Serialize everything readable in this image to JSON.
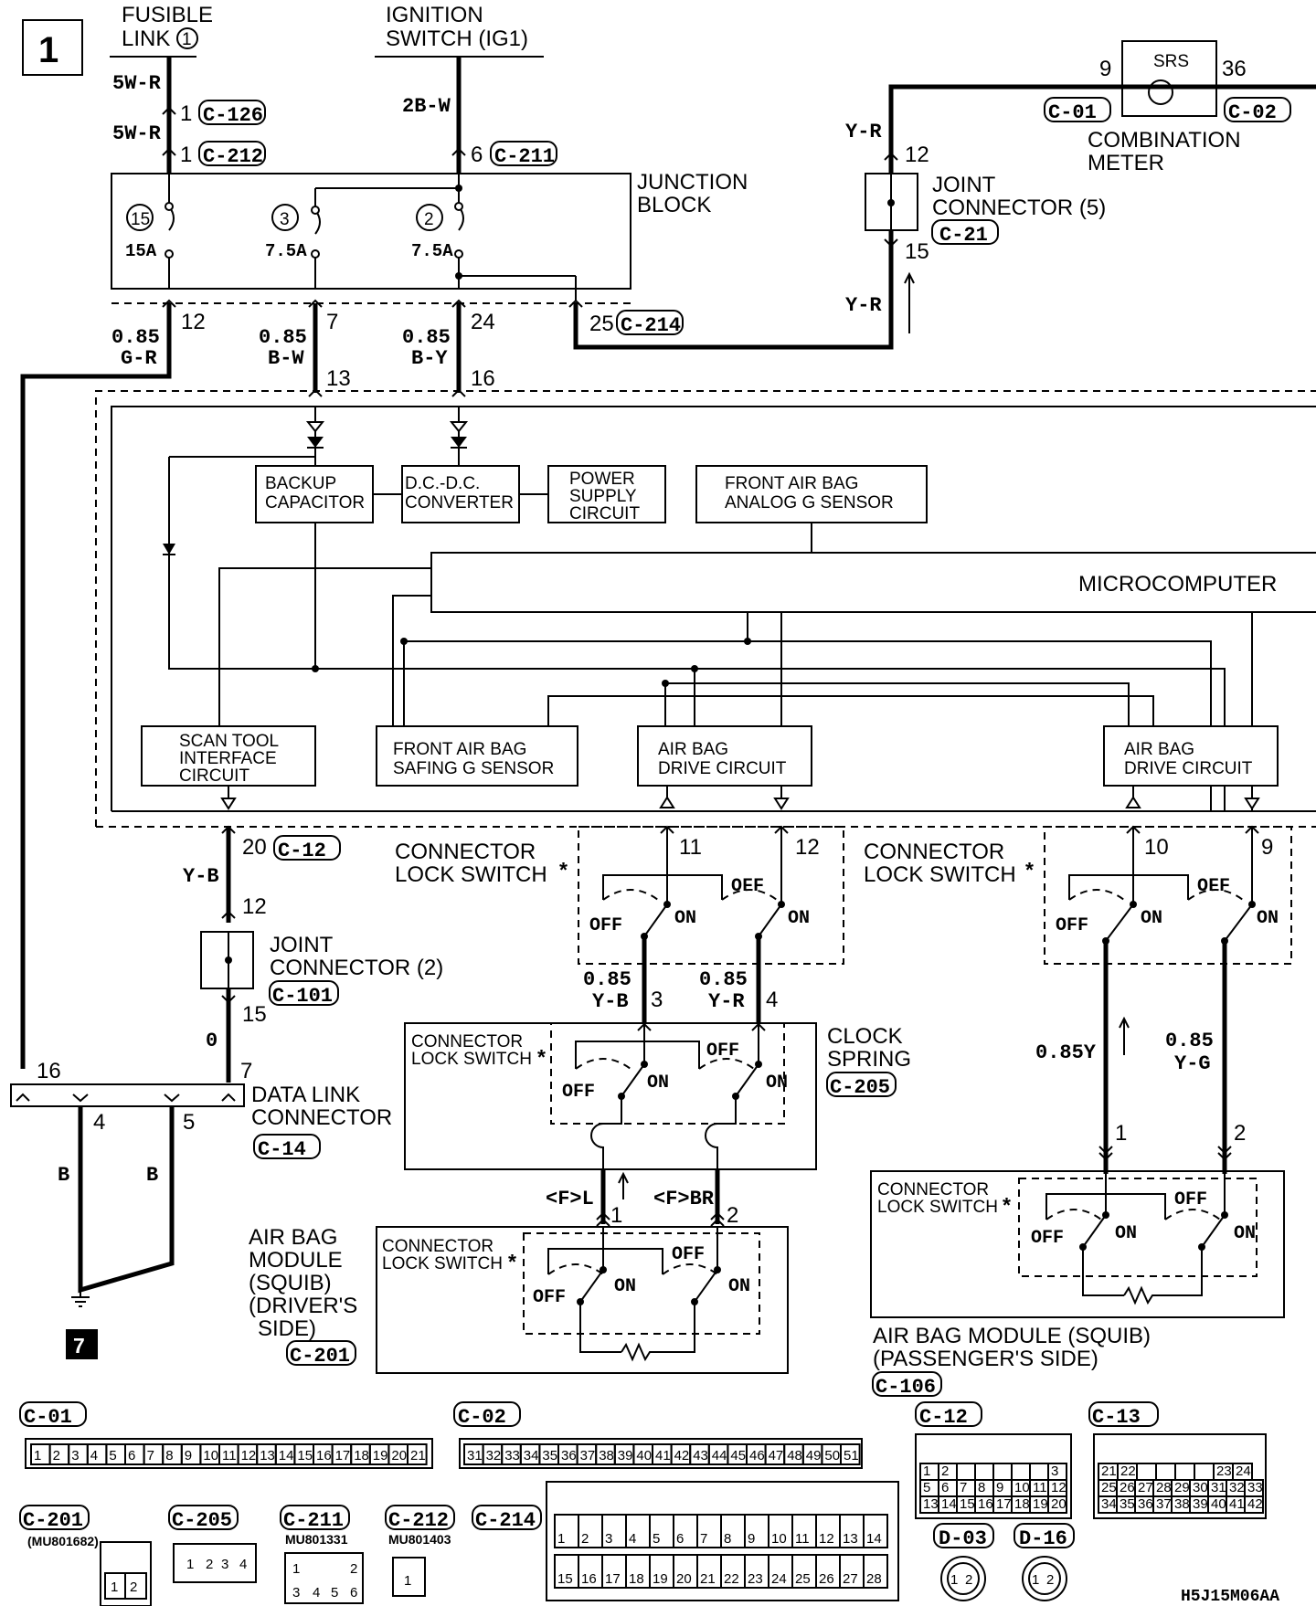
{
  "diagram_id": "1",
  "fig_code": "H5J15M06AA",
  "sources": {
    "fusible_link": "FUSIBLE LINK",
    "fusible_link_num": "1",
    "ignition_switch": "IGNITION SWITCH (IG1)",
    "wire_5wr": "5W-R",
    "wire_2bw": "2B-W"
  },
  "connectors": {
    "c126": "C-126",
    "c212": "C-212",
    "c211": "C-211",
    "c214": "C-214",
    "c01": "C-01",
    "c02": "C-02",
    "c21": "C-21",
    "c12": "C-12",
    "c101": "C-101",
    "c14": "C-14",
    "c205": "C-205",
    "c201": "C-201",
    "c106": "C-106",
    "c13": "C-13",
    "d03": "D-03",
    "d16": "D-16"
  },
  "junction_block": {
    "label": "JUNCTION BLOCK",
    "fuses": [
      {
        "num": "15",
        "rating": "15A"
      },
      {
        "num": "3",
        "rating": "7.5A"
      },
      {
        "num": "2",
        "rating": "7.5A"
      }
    ]
  },
  "combination_meter": {
    "label": "COMBINATION METER",
    "srs": "SRS",
    "pin_left": "9",
    "pin_right": "36"
  },
  "joint_connector_5": {
    "label": "JOINT CONNECTOR (5)",
    "pin_top": "12",
    "pin_bottom": "15",
    "wire": "Y-R"
  },
  "joint_connector_2": {
    "label": "JOINT CONNECTOR (2)",
    "pin_top": "12",
    "pin_bottom": "15",
    "wire_top": "Y-B",
    "wire_bottom": "0"
  },
  "wires": {
    "gr": "0.85 G-R",
    "bw": "0.85 B-W",
    "by": "0.85 B-Y",
    "yb": "0.85 Y-B",
    "yr": "0.85 Y-R",
    "yy": "0.85Y",
    "yg": "0.85 Y-G",
    "fl": "<F>L",
    "fbr": "<F>BR",
    "b": "B"
  },
  "pins": {
    "p1": "1",
    "p6": "6",
    "p12": "12",
    "p7": "7",
    "p24": "24",
    "p25": "25",
    "p13": "13",
    "p16": "16",
    "p20": "20",
    "p11": "11",
    "p10": "10",
    "p9": "9",
    "p3": "3",
    "p4": "4",
    "p2": "2",
    "p5": "5"
  },
  "srs_unit": {
    "backup_capacitor": "BACKUP CAPACITOR",
    "dcdc": "D.C.-D.C. CONVERTER",
    "power_supply": "POWER SUPPLY CIRCUIT",
    "front_analog": "FRONT AIR BAG ANALOG G SENSOR",
    "microcomputer": "MICROCOMPUTER",
    "scan_tool": "SCAN TOOL INTERFACE CIRCUIT",
    "safing": "FRONT AIR BAG SAFING G SENSOR",
    "drive1": "AIR BAG DRIVE CIRCUIT",
    "drive2": "AIR BAG DRIVE CIRCUIT"
  },
  "switch_labels": {
    "cls": "CONNECTOR LOCK SWITCH",
    "star": "*",
    "off": "OFF",
    "on": "ON"
  },
  "clock_spring": "CLOCK SPRING",
  "data_link": "DATA LINK CONNECTOR",
  "driver_module": "AIR BAG MODULE (SQUIB) (DRIVER'S SIDE)",
  "passenger_module": "AIR BAG MODULE (SQUIB) (PASSENGER'S SIDE)",
  "ground_ref": "7",
  "part_numbers": {
    "c201": "(MU801682)",
    "c211": "MU801331",
    "c212": "MU801403"
  }
}
